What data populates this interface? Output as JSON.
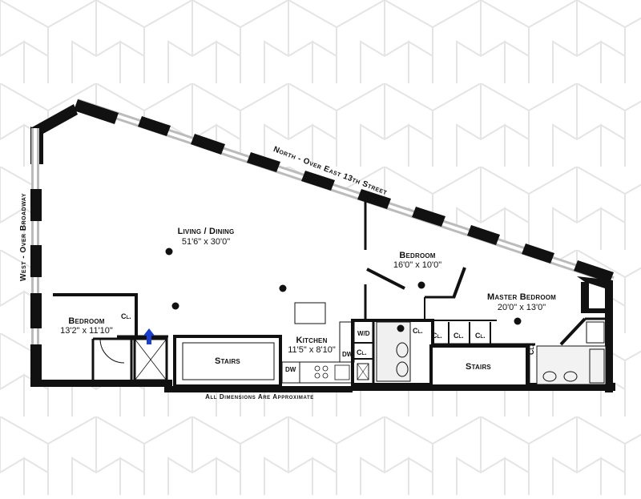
{
  "plan": {
    "compass_north": "North - Over East 13th Street",
    "compass_west": "West - Over Broadway",
    "footnote": "All Dimensions Are Approximate"
  },
  "rooms": {
    "living": {
      "name": "Living / Dining",
      "dims": "51'6\" x 30'0\""
    },
    "bedroom_west": {
      "name": "Bedroom",
      "dims": "13'2\" x 11'10\""
    },
    "bedroom_mid": {
      "name": "Bedroom",
      "dims": "16'0\" x 10'0\""
    },
    "master": {
      "name": "Master Bedroom",
      "dims": "20'0\" x 13'0\""
    },
    "kitchen": {
      "name": "Kitchen",
      "dims": "11'5\" x 8'10\""
    },
    "stairs_left": {
      "name": "Stairs"
    },
    "stairs_right": {
      "name": "Stairs"
    }
  },
  "fixtures": {
    "closet": "Cl.",
    "washer_dryer": "W/D",
    "dishwasher": "DW"
  },
  "colors": {
    "wall": "#111111",
    "pattern": "#e6e6e6",
    "entry_arrow": "#1a3fd6"
  }
}
